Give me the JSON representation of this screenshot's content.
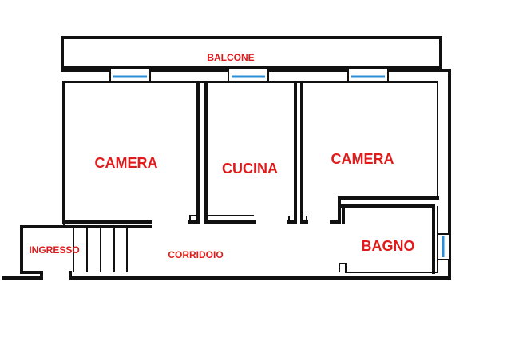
{
  "labels": {
    "balcone": "BALCONE",
    "camera_left": "CAMERA",
    "cucina": "CUCINA",
    "camera_right": "CAMERA",
    "bagno": "BAGNO",
    "ingresso": "INGRESSO",
    "corridoio": "CORRIDOIO"
  },
  "colors": {
    "label": "#e01b1b",
    "wall": "#111111",
    "window": "#2a8fd6"
  }
}
